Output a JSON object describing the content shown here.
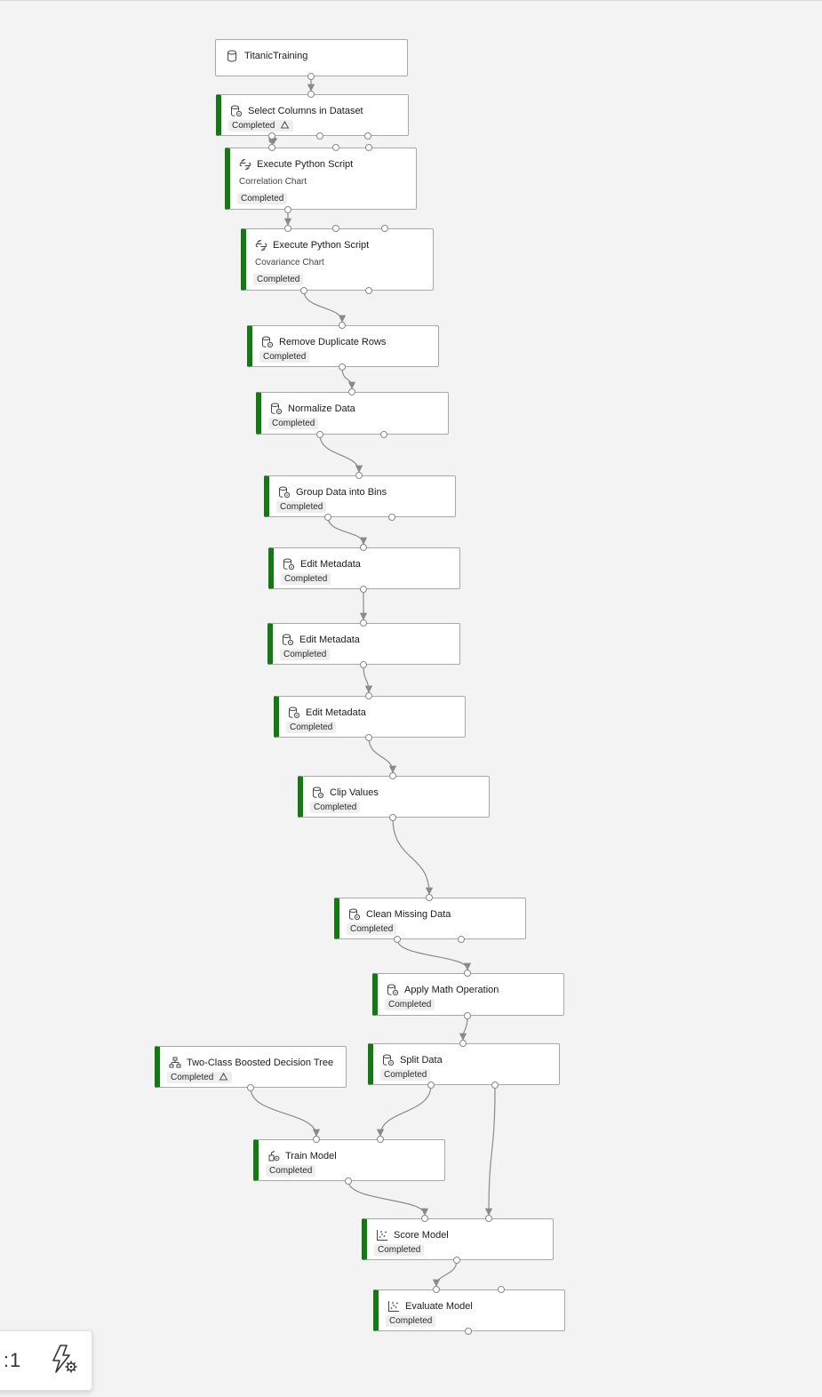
{
  "pipeline": {
    "nodes": [
      {
        "id": "n0",
        "title": "TitanicTraining",
        "icon": "dataset-icon",
        "kind": "dataset"
      },
      {
        "id": "n1",
        "title": "Select Columns in Dataset",
        "status": "Completed",
        "reused": true,
        "icon": "module-icon"
      },
      {
        "id": "n2",
        "title": "Execute Python Script",
        "comment": "Correlation Chart",
        "status": "Completed",
        "icon": "python-script-icon"
      },
      {
        "id": "n3",
        "title": "Execute Python Script",
        "comment": "Covariance Chart",
        "status": "Completed",
        "icon": "python-script-icon"
      },
      {
        "id": "n4",
        "title": "Remove Duplicate Rows",
        "status": "Completed",
        "icon": "module-icon"
      },
      {
        "id": "n5",
        "title": "Normalize Data",
        "status": "Completed",
        "icon": "module-icon"
      },
      {
        "id": "n6",
        "title": "Group Data into Bins",
        "status": "Completed",
        "icon": "module-icon"
      },
      {
        "id": "n7",
        "title": "Edit Metadata",
        "status": "Completed",
        "icon": "module-icon"
      },
      {
        "id": "n8",
        "title": "Edit Metadata",
        "status": "Completed",
        "icon": "module-icon"
      },
      {
        "id": "n9",
        "title": "Edit Metadata",
        "status": "Completed",
        "icon": "module-icon"
      },
      {
        "id": "n10",
        "title": "Clip Values",
        "status": "Completed",
        "icon": "module-icon"
      },
      {
        "id": "n11",
        "title": "Clean Missing Data",
        "status": "Completed",
        "icon": "module-icon"
      },
      {
        "id": "n12",
        "title": "Apply Math Operation",
        "status": "Completed",
        "icon": "module-icon"
      },
      {
        "id": "n13",
        "title": "Two-Class Boosted Decision Tree",
        "status": "Completed",
        "reused": true,
        "icon": "tree-icon"
      },
      {
        "id": "n14",
        "title": "Split Data",
        "status": "Completed",
        "icon": "module-icon"
      },
      {
        "id": "n15",
        "title": "Train Model",
        "status": "Completed",
        "icon": "train-icon"
      },
      {
        "id": "n16",
        "title": "Score Model",
        "status": "Completed",
        "icon": "scatter-icon"
      },
      {
        "id": "n17",
        "title": "Evaluate Model",
        "status": "Completed",
        "icon": "scatter-icon"
      }
    ]
  },
  "toolbar": {
    "fit_label": ":1",
    "autolayout_icon": "lightning-gear-icon"
  },
  "colors": {
    "status_bar": "#107c10",
    "edge": "#8a8a8a",
    "background": "#f3f3f3"
  }
}
